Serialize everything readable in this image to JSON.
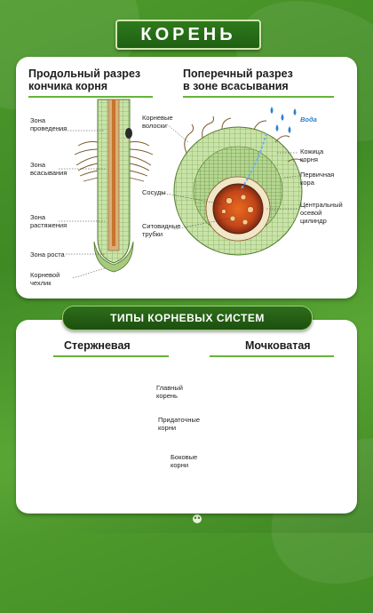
{
  "title": "КОРЕНЬ",
  "longitudinal": {
    "heading_line1": "Продольный разрез",
    "heading_line2": "кончика корня",
    "labels": {
      "conduction_1": "Зона",
      "conduction_2": "проведения",
      "absorption_1": "Зона",
      "absorption_2": "всасывания",
      "growth_1": "Зона",
      "growth_2": "растяжения",
      "division": "Зона роста",
      "cap_1": "Корневой",
      "cap_2": "чехлик"
    }
  },
  "cross": {
    "heading_line1": "Поперечный разрез",
    "heading_line2": "в зоне всасывания",
    "water": "Вода",
    "labels": {
      "hairs_1": "Корневые",
      "hairs_2": "волоски",
      "vessels": "Сосуды",
      "sieve_1": "Ситовидные",
      "sieve_2": "трубки",
      "skin_1": "Кожица",
      "skin_2": "корня",
      "cortex_1": "Первичная",
      "cortex_2": "кора",
      "cylinder_1": "Центральный",
      "cylinder_2": "осевой",
      "cylinder_3": "цилиндр"
    }
  },
  "types": {
    "banner": "ТИПЫ КОРНЕВЫХ СИСТЕМ",
    "taproot": "Стержневая",
    "fibrous": "Мочковатая",
    "labels": {
      "main_1": "Главный",
      "main_2": "корень",
      "adventitious_1": "Придаточные",
      "adventitious_2": "корни",
      "lateral_1": "Боковые",
      "lateral_2": "корни"
    }
  },
  "colors": {
    "green_bg": "#4f9a2c",
    "root_brown": "#9a4a20",
    "cortex_green": "#9ed07a",
    "water_blue": "#2e7fd0"
  }
}
